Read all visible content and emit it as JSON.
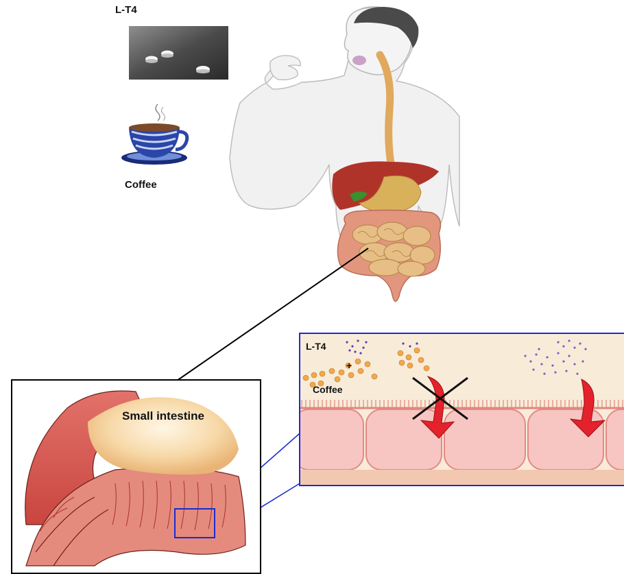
{
  "labels": {
    "lt4_top": "L-T4",
    "coffee_top": "Coffee",
    "small_intestine": "Small intestine",
    "lt4_zoom": "L-T4",
    "plus_sign": "+",
    "coffee_zoom": "Coffee"
  },
  "colors": {
    "zoom_border": "#1a2bd1",
    "callout_line": "#000000",
    "intestine_red": "#c9463f",
    "lumen_bg": "#f8ecd9",
    "coffee_particle": "#f2a84a",
    "lt4_particle": "#5a3fb0",
    "arrow_red": "#e3222c",
    "liver": "#b0332a",
    "stomach": "#d9b15a",
    "esophagus": "#e0a95d"
  },
  "icons": [
    "pill-icon",
    "coffee-cup-icon",
    "block-cross-icon",
    "absorption-arrow-icon"
  ]
}
